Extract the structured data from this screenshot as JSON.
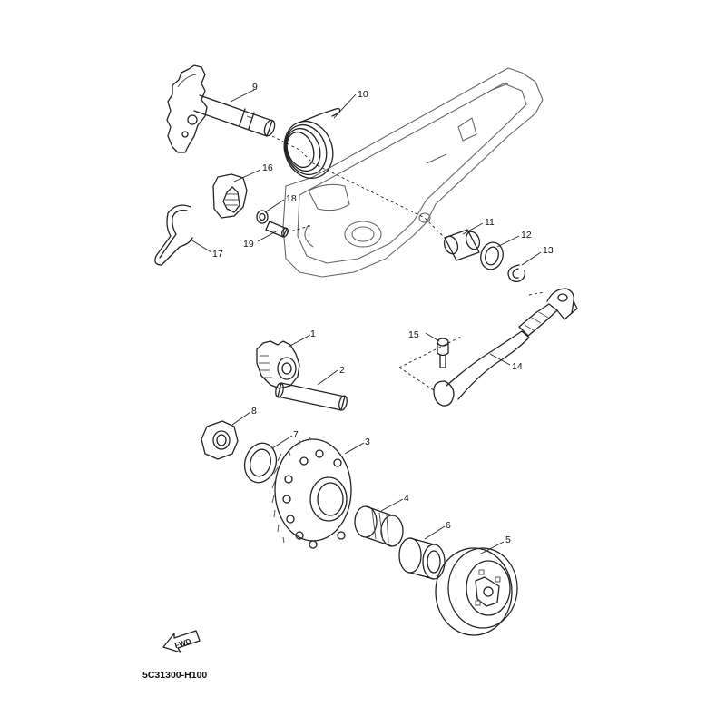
{
  "diagram": {
    "drawing_code": "5C31300-H100",
    "direction_marker": "FWD",
    "callouts": [
      "1",
      "2",
      "3",
      "4",
      "5",
      "6",
      "7",
      "8",
      "9",
      "10",
      "11",
      "12",
      "13",
      "14",
      "15",
      "16",
      "17",
      "18",
      "19"
    ]
  }
}
